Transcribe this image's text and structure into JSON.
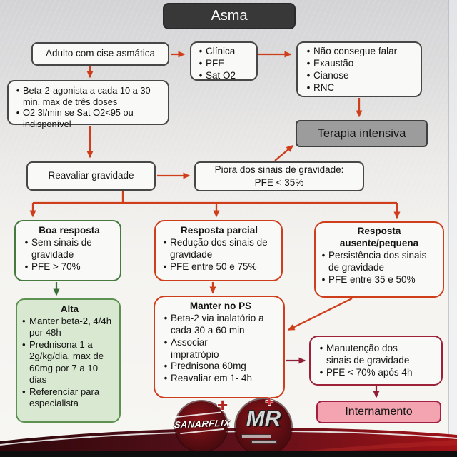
{
  "title": "Asma",
  "colors": {
    "accent_orange": "#cf3e1b",
    "green_border": "#47793f",
    "green_fill": "#d9e8d0",
    "dark_red": "#9c2139",
    "pink_fill": "#f3a4b0",
    "gray_fill": "#9c9c9c",
    "title_bg": "#383838",
    "band_red": "#a01218"
  },
  "boxes": {
    "adulto": {
      "text": "Adulto com cise asmática"
    },
    "aval": {
      "items": [
        "Clínica",
        "PFE",
        "Sat O2"
      ]
    },
    "sinais": {
      "items": [
        "Não consegue falar",
        "Exaustão",
        "Cianose",
        "RNC"
      ]
    },
    "terapia": {
      "text": "Terapia intensiva"
    },
    "beta2": {
      "items": [
        "Beta-2-agonista a cada 10 a 30 min, max de três doses",
        "O2 3l/min se Sat O2<95 ou indisponível"
      ]
    },
    "reavaliar": {
      "text": "Reavaliar gravidade"
    },
    "piora": {
      "line1": "Piora  dos sinais de gravidade:",
      "line2": "PFE < 35%"
    },
    "boa": {
      "title": "Boa resposta",
      "items": [
        "Sem sinais de gravidade",
        "PFE > 70%"
      ]
    },
    "parcial": {
      "title": "Resposta parcial",
      "items": [
        "Redução dos sinais de gravidade",
        "PFE entre 50 e 75%"
      ]
    },
    "ausente": {
      "title": "Resposta ausente/pequena",
      "items": [
        "Persistência  dos sinais de gravidade",
        "PFE entre 35 e 50%"
      ]
    },
    "alta": {
      "title": "Alta",
      "items": [
        "Manter beta-2, 4/4h por 48h",
        "Prednisona 1 a 2g/kg/dia, max de 60mg por 7 a 10 dias",
        "Referenciar para especialista"
      ]
    },
    "manterps": {
      "title": "Manter no PS",
      "items": [
        "Beta-2 via inalatório a cada 30 a 60 min",
        "Associar impratrópio",
        "Prednisona 60mg",
        "Reavaliar em 1- 4h"
      ]
    },
    "manut": {
      "items": [
        "Manutenção dos sinais de gravidade",
        "PFE < 70% após 4h"
      ]
    },
    "intern": {
      "text": "Internamento"
    }
  },
  "footer": {
    "sanarflix": "SANARFLIX",
    "plus": "+",
    "mr": "MR"
  }
}
